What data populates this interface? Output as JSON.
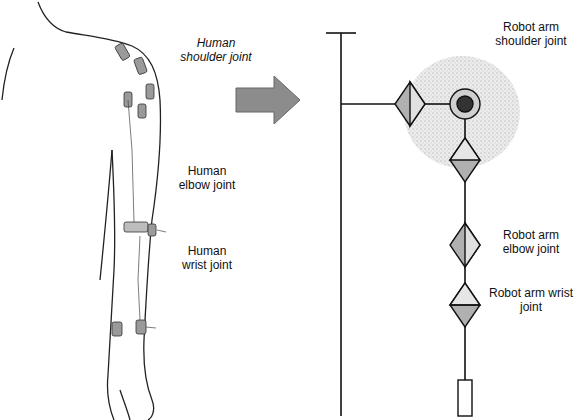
{
  "diagram": {
    "labels": [
      "Human shoulder joint",
      "Human elbow joint",
      "Human wrist joint",
      "Robot arm shoulder joint",
      "Robot arm elbow joint",
      "Robot arm wrist joint"
    ]
  }
}
